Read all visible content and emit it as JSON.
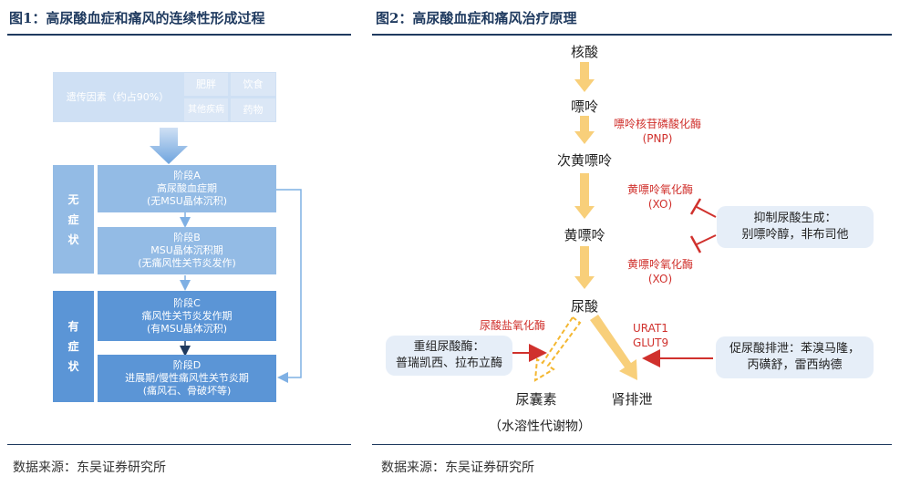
{
  "left": {
    "title": "图1：高尿酸血症和痛风的连续性形成过程",
    "genetic_label": "遗传因素（约占90%）",
    "factors": [
      "肥胖",
      "饮食",
      "其他疾病",
      "药物"
    ],
    "side_no_symptom": "无\n症\n状",
    "side_symptom": "有\n症\n状",
    "stages": [
      {
        "name": "阶段A",
        "desc": "高尿酸血症期",
        "note": "(无MSU晶体沉积)"
      },
      {
        "name": "阶段B",
        "desc": "MSU晶体沉积期",
        "note": "(无痛风性关节炎发作)"
      },
      {
        "name": "阶段C",
        "desc": "痛风性关节炎发作期",
        "note": "(有MSU晶体沉积)"
      },
      {
        "name": "阶段D",
        "desc": "进展期/慢性痛风性关节炎期",
        "note": "(痛风石、骨破坏等)"
      }
    ],
    "source": "数据来源：东吴证券研究所"
  },
  "right": {
    "title": "图2：高尿酸血症和痛风治疗原理",
    "nodes": {
      "nucleic_acid": "核酸",
      "purine": "嘌呤",
      "hypoxanthine": "次黄嘌呤",
      "xanthine": "黄嘌呤",
      "uric_acid": "尿酸",
      "allantoin": "尿囊素",
      "renal_excretion": "肾排泄",
      "water_soluble": "（水溶性代谢物）"
    },
    "enzymes": {
      "pnp": "嘌呤核苷磷酸化酶\n(PNP)",
      "xo1": "黄嘌呤氧化酶\n(XO)",
      "xo2": "黄嘌呤氧化酶\n(XO)",
      "uricase": "尿酸盐氧化酶",
      "transporters": "URAT1\nGLUT9"
    },
    "bubbles": {
      "inhibit": "抑制尿酸生成：\n别嘌呤醇，非布司他",
      "recombinant": "重组尿酸酶：\n普瑞凯西、拉布立酶",
      "promote": "促尿酸排泄：苯溴马隆，\n丙磺舒，雷西纳德"
    },
    "source": "数据来源：东吴证券研究所"
  },
  "colors": {
    "arrow": "#f8cf7a",
    "enzyme_red": "#d0312d",
    "box_light": "#cfe0f4",
    "box_mid": "#93bbe5",
    "box_dark": "#5b95d6",
    "bubble": "#e6eef8"
  }
}
